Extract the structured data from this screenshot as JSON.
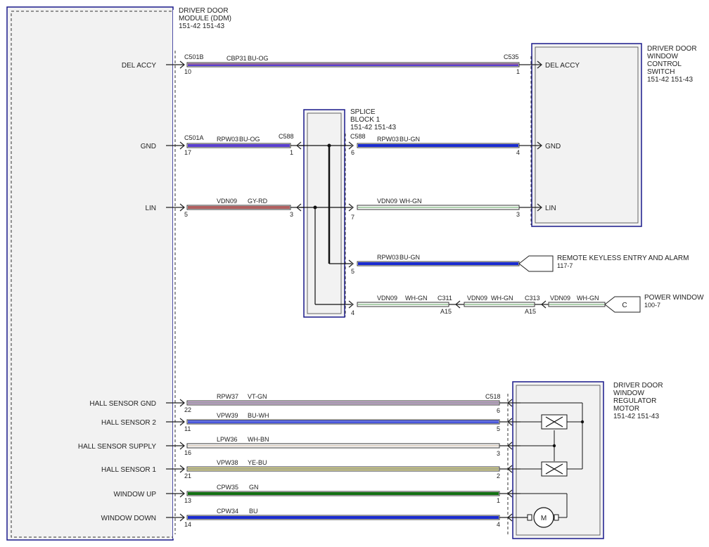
{
  "colors": {
    "BU": "#1a2bd0",
    "BU-OG": "#5a3fd0",
    "GY-RD": "#b06060",
    "WH-GN": "#e8f4e8",
    "VT-GN": "#c59bd0",
    "BU-WH": "#1a2bd0",
    "WH-BN": "#f2efe8",
    "YE-BU": "#e8e070",
    "GN": "#127012",
    "frame": "#1a1a8c"
  },
  "ddm": {
    "title_lines": [
      "DRIVER DOOR",
      "MODULE (DDM)",
      "151-42 151-43"
    ],
    "pins": [
      {
        "label": "DEL ACCY",
        "connector": "C501B",
        "pin": "10"
      },
      {
        "label": "GND",
        "connector": "C501A",
        "pin": "17"
      },
      {
        "label": "LIN",
        "connector": "",
        "pin": "5"
      },
      {
        "label": "HALL SENSOR GND",
        "connector": "",
        "pin": "22"
      },
      {
        "label": "HALL SENSOR 2",
        "connector": "",
        "pin": "11"
      },
      {
        "label": "HALL SENSOR SUPPLY",
        "connector": "",
        "pin": "16"
      },
      {
        "label": "HALL SENSOR 1",
        "connector": "",
        "pin": "21"
      },
      {
        "label": "WINDOW UP",
        "connector": "",
        "pin": "13"
      },
      {
        "label": "WINDOW DOWN",
        "connector": "",
        "pin": "14"
      }
    ]
  },
  "switch": {
    "title_lines": [
      "DRIVER DOOR",
      "WINDOW",
      "CONTROL",
      "SWITCH",
      "151-42 151-43"
    ],
    "connector": "C535",
    "pins": [
      {
        "label": "DEL ACCY",
        "pin": "1"
      },
      {
        "label": "GND",
        "pin": "4"
      },
      {
        "label": "LIN",
        "pin": "3"
      }
    ]
  },
  "splice": {
    "title_lines": [
      "SPLICE",
      "BLOCK 1",
      "151-42 151-43"
    ],
    "connector": "C588",
    "left_pins": [
      "1",
      "3"
    ],
    "right_pins": [
      "6",
      "7",
      "5",
      "4"
    ]
  },
  "motor": {
    "title_lines": [
      "DRIVER DOOR",
      "WINDOW",
      "REGULATOR",
      "MOTOR",
      "151-42 151-43"
    ],
    "connector": "C518",
    "pins": [
      "6",
      "5",
      "3",
      "2",
      "1",
      "4"
    ],
    "motor_symbol": "M"
  },
  "wires": {
    "del_accy": {
      "circuit": "CBP31",
      "color": "BU-OG"
    },
    "gnd_left": {
      "circuit": "RPW03",
      "color": "BU-OG"
    },
    "gnd_right": {
      "circuit": "RPW03",
      "color": "BU-GN"
    },
    "lin_left": {
      "circuit": "VDN09",
      "color": "GY-RD"
    },
    "lin_right": {
      "circuit": "VDN09",
      "color": "WH-GN"
    },
    "rke": {
      "circuit": "RPW03",
      "color": "BU-GN"
    },
    "pw1": {
      "circuit": "VDN09",
      "color": "WH-GN",
      "connector": "C311",
      "pin": "A15"
    },
    "pw2": {
      "circuit": "VDN09",
      "color": "WH-GN",
      "connector": "C313",
      "pin": "A15"
    },
    "pw3": {
      "circuit": "VDN09",
      "color": "WH-GN"
    },
    "hall_gnd": {
      "circuit": "RPW37",
      "color": "VT-GN"
    },
    "hall_2": {
      "circuit": "VPW39",
      "color": "BU-WH"
    },
    "hall_supply": {
      "circuit": "LPW36",
      "color": "WH-BN"
    },
    "hall_1": {
      "circuit": "VPW38",
      "color": "YE-BU"
    },
    "window_up": {
      "circuit": "CPW35",
      "color": "GN"
    },
    "window_down": {
      "circuit": "CPW34",
      "color": "BU"
    }
  },
  "refs": {
    "rke": {
      "label": "REMOTE KEYLESS ENTRY AND ALARM",
      "page": "117-7"
    },
    "power_window": {
      "label": "POWER WINDOW",
      "page": "100-7",
      "letter": "C"
    }
  }
}
